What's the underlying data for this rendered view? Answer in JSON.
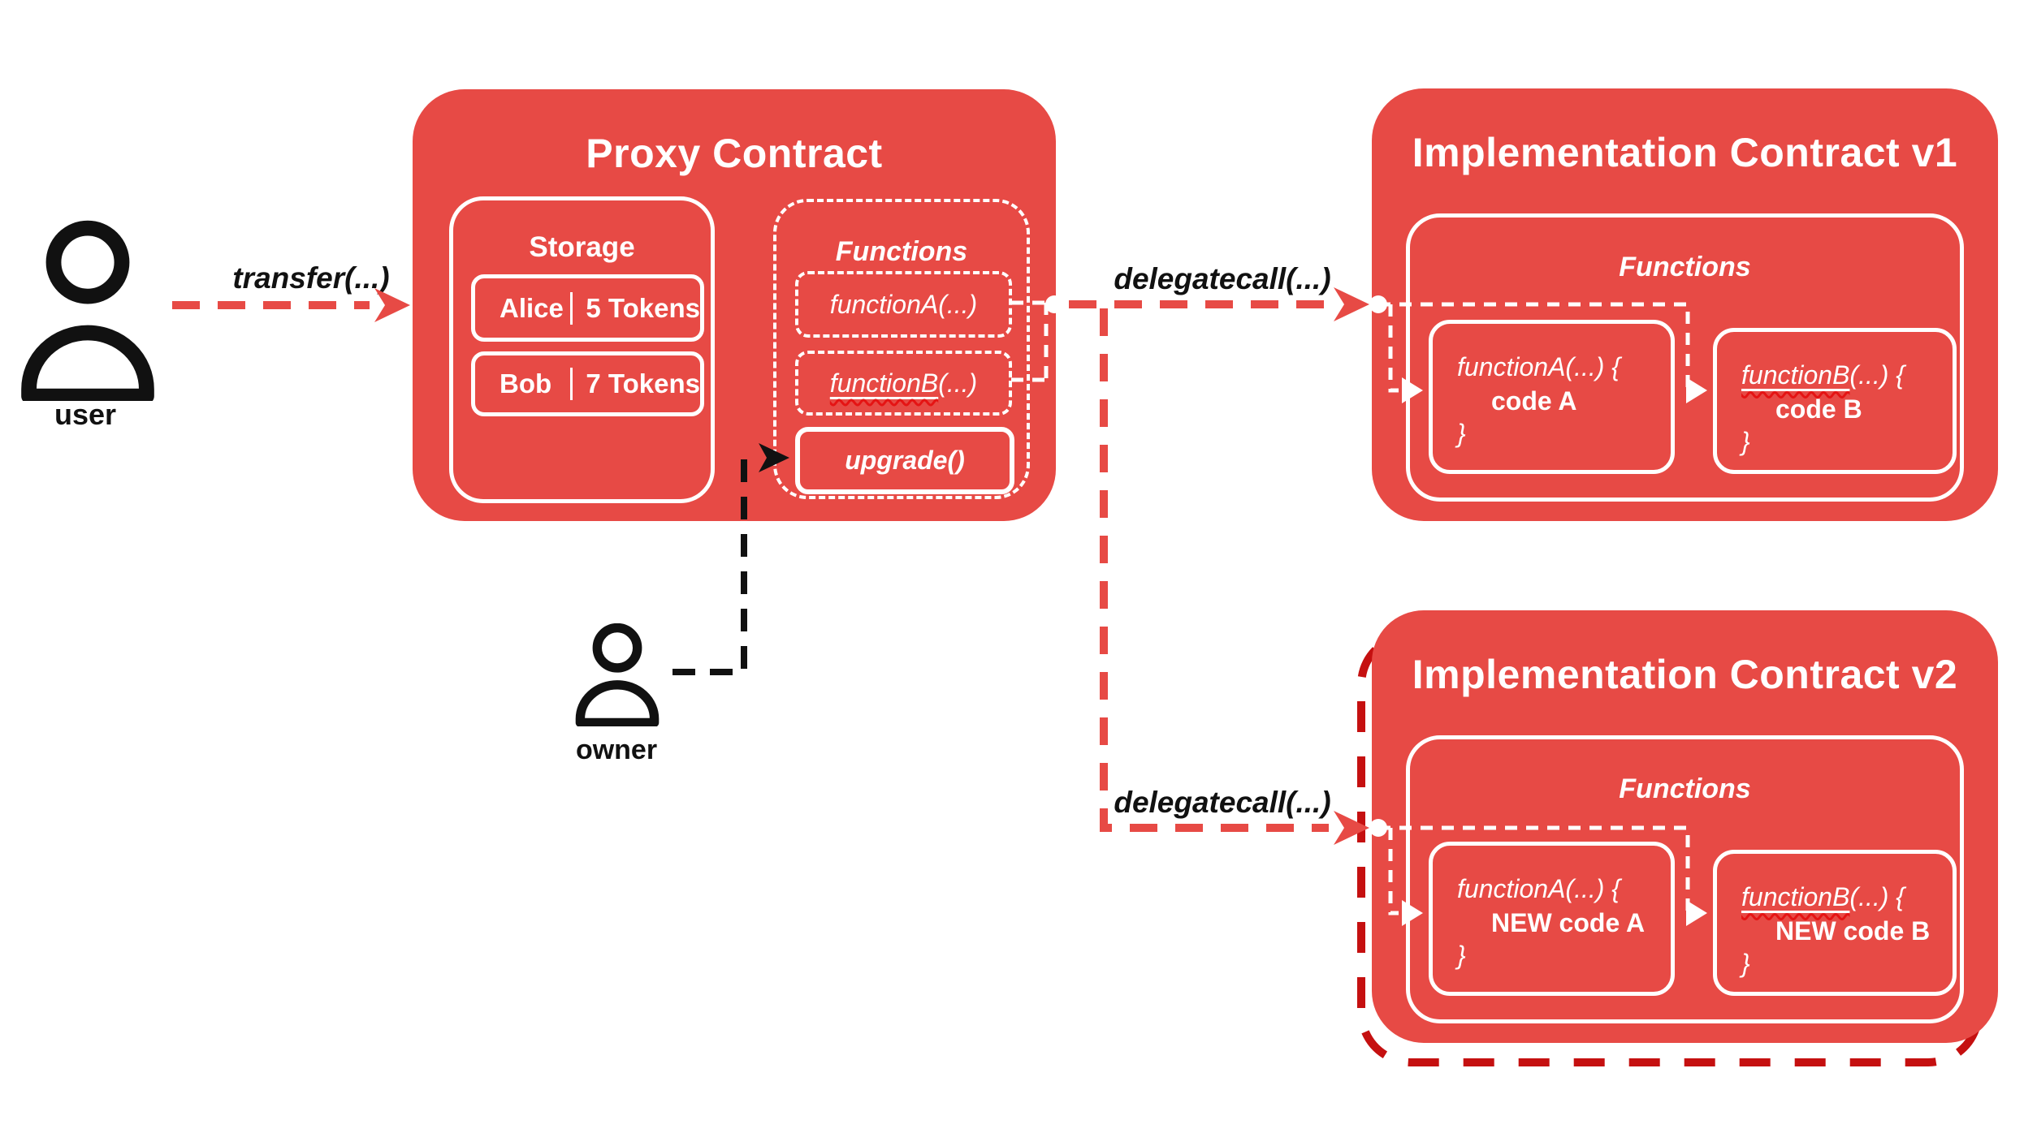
{
  "colors": {
    "contract_red": "#e74a45",
    "outline_dark_red": "#c51010",
    "squiggle_red": "#e51414",
    "connector_black": "#111111",
    "text_white": "#ffffff"
  },
  "actors": {
    "user_label": "user",
    "owner_label": "owner"
  },
  "calls": {
    "transfer": "transfer(...)",
    "delegatecall_to_v1": "delegatecall(...)",
    "delegatecall_to_v2": "delegatecall(...)"
  },
  "proxy": {
    "title": "Proxy Contract",
    "storage": {
      "title": "Storage",
      "rows": [
        {
          "name": "Alice",
          "value": "5 Tokens"
        },
        {
          "name": "Bob",
          "value": "7 Tokens"
        }
      ]
    },
    "functions": {
      "title": "Functions",
      "function_a": "functionA(...)",
      "function_b_name": "functionB",
      "function_b_args": "(...)",
      "upgrade": "upgrade()"
    }
  },
  "impl_v1": {
    "title": "Implementation Contract v1",
    "functions_title": "Functions",
    "function_a": {
      "signature": "functionA(...) {",
      "body": "code A",
      "close": "}"
    },
    "function_b": {
      "name": "functionB",
      "args": "(...) {",
      "body": "code B",
      "close": "}"
    }
  },
  "impl_v2": {
    "title": "Implementation Contract v2",
    "functions_title": "Functions",
    "function_a": {
      "signature": "functionA(...) {",
      "body": "NEW code A",
      "close": "}"
    },
    "function_b": {
      "name": "functionB",
      "args": "(...) {",
      "body": "NEW code B",
      "close": "}"
    }
  }
}
